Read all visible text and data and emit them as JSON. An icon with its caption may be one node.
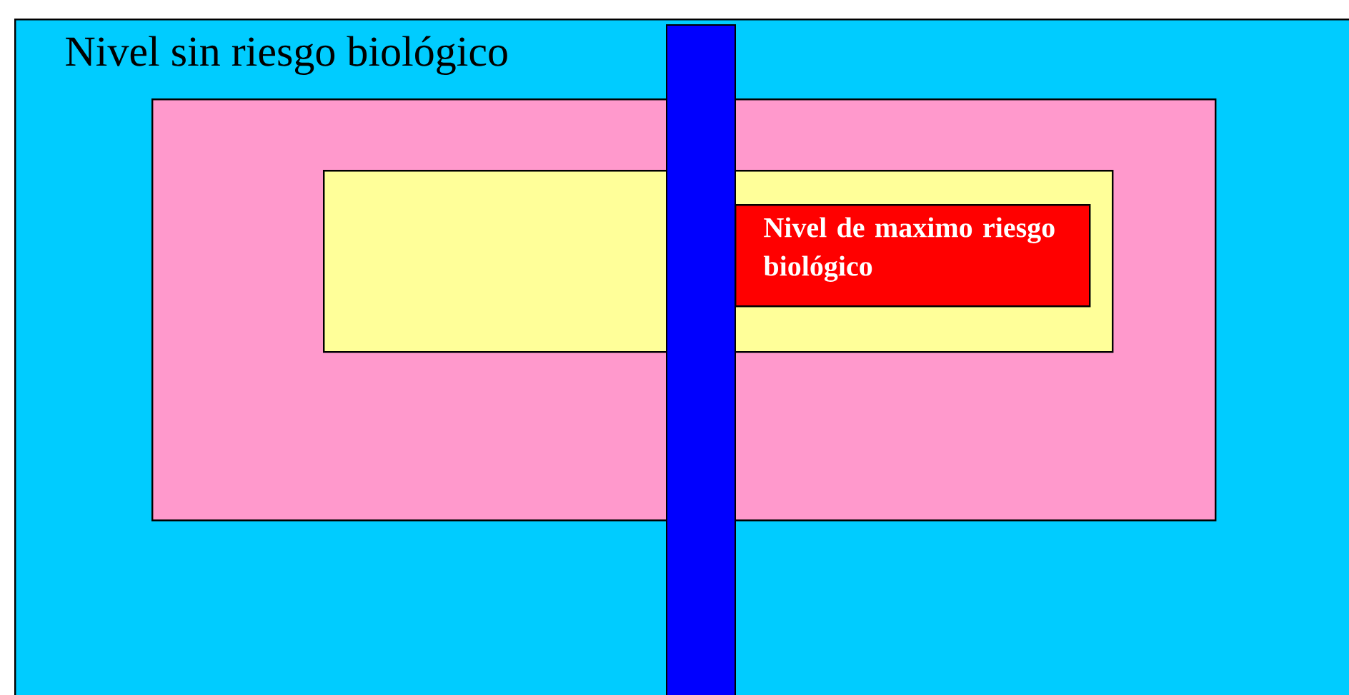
{
  "diagram": {
    "nodes": [
      {
        "text": [
          "Nivel sin riesgo biológico"
        ]
      },
      {
        "text": [],
        "shape": "box",
        "in": 0
      },
      {
        "text": [],
        "shape": "box",
        "in": 1
      },
      {
        "text": [
          "Nivel de maximo riesgo biológico"
        ],
        "in": 2
      },
      {
        "text": [],
        "shape": "bar",
        "in": 0
      }
    ]
  }
}
